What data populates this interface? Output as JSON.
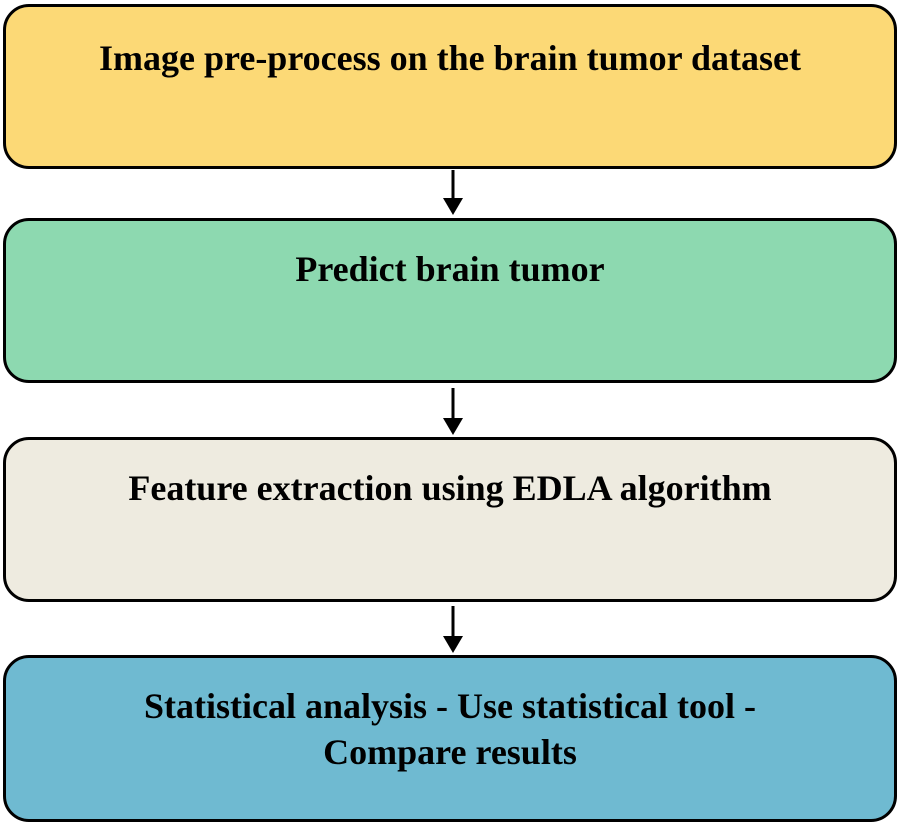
{
  "steps": [
    {
      "label": "Image pre-process on the brain tumor dataset",
      "color": "#fcd976"
    },
    {
      "label": "Predict brain tumor",
      "color": "#8dd9b0"
    },
    {
      "label": "Feature extraction using EDLA algorithm",
      "color": "#eeebe0"
    },
    {
      "label": "Statistical analysis - Use statistical tool - Compare results",
      "color": "#6fbad1"
    }
  ],
  "connectors": [
    {
      "from": 0,
      "to": 1
    },
    {
      "from": 1,
      "to": 2
    },
    {
      "from": 2,
      "to": 3
    }
  ]
}
